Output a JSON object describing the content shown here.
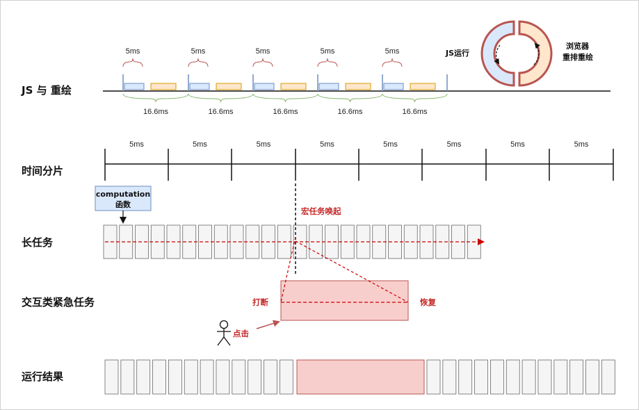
{
  "rows": {
    "js_repaint": "JS 与 重绘",
    "time_slice": "时间分片",
    "long_task": "长任务",
    "urgent_task": "交互类紧急任务",
    "result": "运行结果"
  },
  "js_repaint": {
    "gap_label": "5ms",
    "frame_label": "16.6ms",
    "frame_count": 5
  },
  "cycle": {
    "left_label": "JS运行",
    "right_label_line1": "浏览器",
    "right_label_line2": "重排重绘"
  },
  "time_slice": {
    "slice_label": "5ms",
    "slice_count": 8
  },
  "computation": {
    "line1": "computation",
    "line2": "函数"
  },
  "annotations": {
    "macro_task_wakeup": "宏任务唤起",
    "interrupt": "打断",
    "resume": "恢复",
    "click": "点击"
  },
  "long_task": {
    "block_count": 24
  },
  "result": {
    "left_blocks": 12,
    "right_blocks": 12
  },
  "colors": {
    "blue_block": "#dae8fc",
    "blue_border": "#6c8ebf",
    "orange_block": "#ffe6cc",
    "orange_border": "#d79b00",
    "red_brace": "#b85450",
    "green_brace": "#82b366",
    "urgent_fill": "#f8cecc",
    "urgent_border": "#b85450",
    "dashed_red": "#cc0000",
    "grey_block": "#f5f5f5",
    "grey_border": "#666666"
  }
}
